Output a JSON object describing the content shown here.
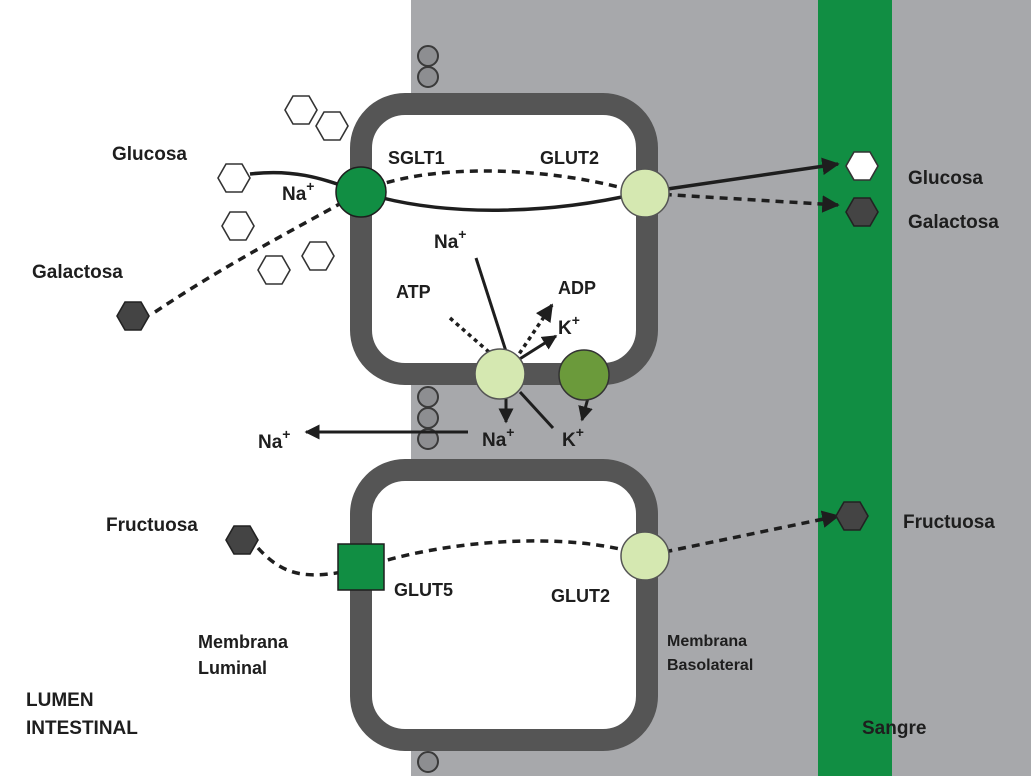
{
  "labels": {
    "glucosa_left": "Glucosa",
    "galactosa_left": "Galactosa",
    "fructuosa_left": "Fructuosa",
    "sglt1": "SGLT1",
    "glut2_top": "GLUT2",
    "glut5": "GLUT5",
    "glut2_bottom": "GLUT2",
    "na_cotransport": "Na",
    "na_pump_in": "Na",
    "na_pump_out": "Na",
    "na_lumen": "Na",
    "k_in": "K",
    "k_out": "K",
    "plus": "+",
    "atp": "ATP",
    "adp": "ADP",
    "glucosa_right": "Glucosa",
    "galactosa_right": "Galactosa",
    "fructuosa_right": "Fructuosa",
    "membrana_luminal_1": "Membrana",
    "membrana_luminal_2": "Luminal",
    "membrana_basolateral_1": "Membrana",
    "membrana_basolateral_2": "Basolateral",
    "lumen_1": "LUMEN",
    "lumen_2": "INTESTINAL",
    "sangre": "Sangre"
  },
  "colors": {
    "interstitium": "#a7a8ab",
    "blood_vessel": "#118e43",
    "cell_membrane": "#555555",
    "sglt1": "#118e43",
    "glut5": "#118e43",
    "glut2": "#d5e8b1",
    "na_k_atpase": "#d5e8b1",
    "k_channel": "#6b9a3b",
    "glucose": "#ffffff",
    "galactose": "#444444",
    "fructose": "#444444"
  }
}
